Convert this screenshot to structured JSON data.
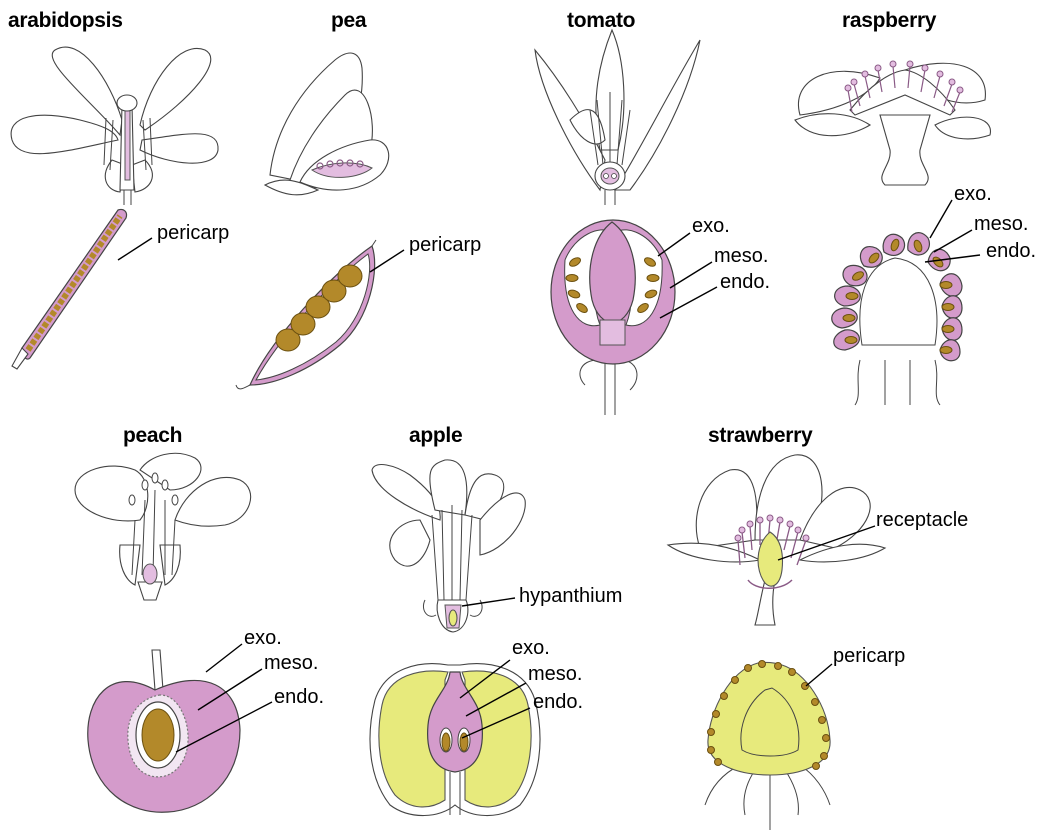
{
  "panels": {
    "arabidopsis": {
      "title": "arabidopsis",
      "labels": [
        "pericarp"
      ]
    },
    "pea": {
      "title": "pea",
      "labels": [
        "pericarp"
      ]
    },
    "tomato": {
      "title": "tomato",
      "labels": [
        "exo.",
        "meso.",
        "endo."
      ]
    },
    "raspberry": {
      "title": "raspberry",
      "labels": [
        "exo.",
        "meso.",
        "endo."
      ]
    },
    "peach": {
      "title": "peach",
      "labels": [
        "exo.",
        "meso.",
        "endo."
      ]
    },
    "apple": {
      "title": "apple",
      "labels": [
        "hypanthium",
        "exo.",
        "meso.",
        "endo."
      ]
    },
    "strawberry": {
      "title": "strawberry",
      "labels": [
        "receptacle",
        "pericarp"
      ]
    }
  },
  "colors": {
    "pericarp_pink": "#d49bcb",
    "seed_gold": "#b3892a",
    "receptacle_yellow": "#e7ea7c",
    "outline": "#444444"
  }
}
